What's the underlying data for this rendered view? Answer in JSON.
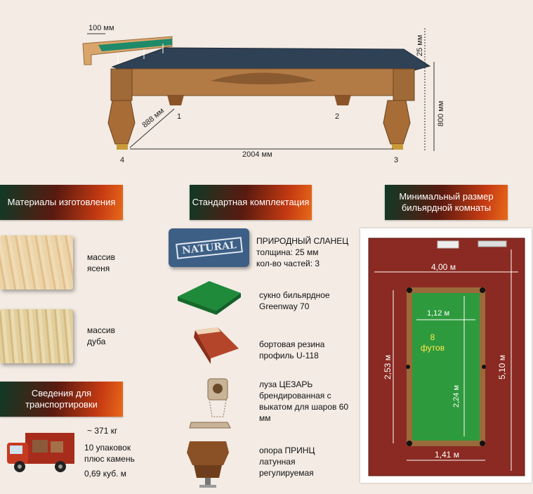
{
  "dimensions": {
    "rail_width": "100 мм",
    "slate_thickness": "25 мм",
    "height": "800 мм",
    "width": "888 мм",
    "length": "2004 мм",
    "leg1": "1",
    "leg2": "2",
    "leg3": "3",
    "leg4": "4"
  },
  "headers": {
    "materials": "Материалы изготовления",
    "standard": "Стандартная комплектация",
    "room": "Минимальный размер бильярдной комнаты",
    "transport": "Сведения для транспортировки"
  },
  "materials": {
    "ash": "массив ясеня",
    "oak": "массив дуба"
  },
  "transport": {
    "weight": "~ 371 кг",
    "packages": "10 упаковок плюс камень",
    "volume": "0,69 куб. м"
  },
  "standard": {
    "natural_badge": "NATURAL",
    "slate": "ПРИРОДНЫЙ СЛАНЕЦ",
    "slate_thickness": "толщина: 25 мм",
    "slate_parts": "кол-во частей: 3",
    "cloth": "сукно бильярдное Greenway 70",
    "rubber": "бортовая резина профиль U-118",
    "pocket": "луза ЦЕЗАРЬ брендированная с выкатом для шаров 60 мм",
    "leg": "опора ПРИНЦ латунная регулируемая"
  },
  "room": {
    "room_width": "4,00 м",
    "room_length": "5,10 м",
    "table_width": "1,12 м",
    "table_length": "2,24 м",
    "play_length": "2,53 м",
    "play_width": "1,41 м",
    "size_num": "8",
    "size_unit": "футов"
  },
  "colors": {
    "cloth": "#2e9a3e",
    "carpet": "#8a2a22",
    "header_end": "#e86a1a"
  }
}
